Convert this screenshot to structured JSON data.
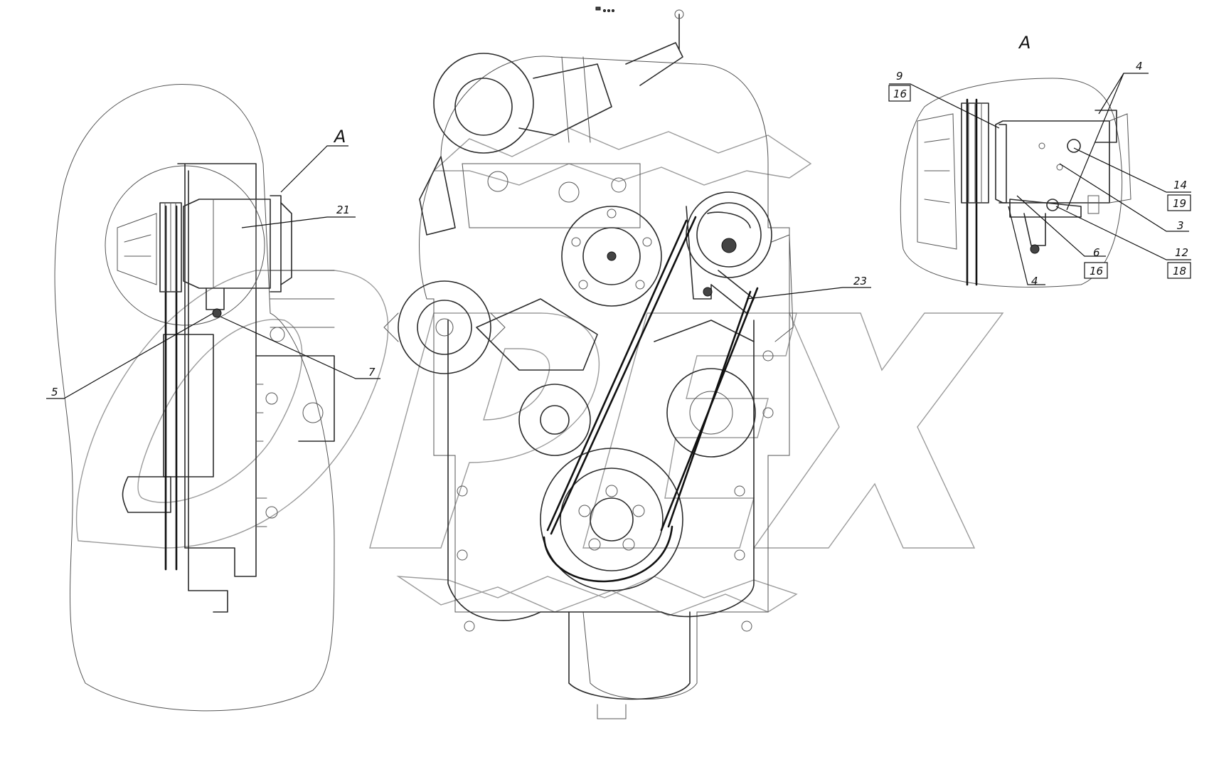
{
  "view_labels": {
    "left_view": "A",
    "right_view": "A"
  },
  "callouts": {
    "c21": "21",
    "c5": "5",
    "c7": "7",
    "c23": "23",
    "c9": "9",
    "c16a": "16",
    "c4a": "4",
    "c14": "14",
    "c19": "19",
    "c3": "3",
    "c12": "12",
    "c18": "18",
    "c6": "6",
    "c16b": "16",
    "c4b": "4"
  },
  "colors": {
    "line": "#2b2b2b",
    "watermark": "#8a8a8a"
  }
}
